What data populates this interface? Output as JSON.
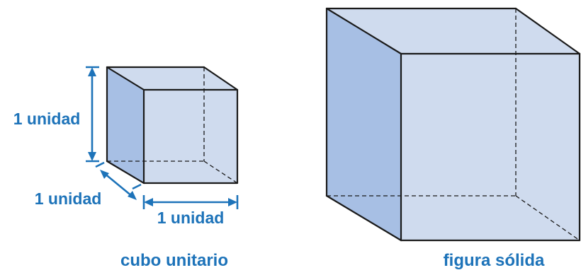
{
  "colors": {
    "face_front": "#cfdbee",
    "face_side": "#a7bfe4",
    "edge": "#1a1a1a",
    "dimension": "#1d73b9",
    "label": "#1d73b9"
  },
  "unit_cube": {
    "caption": "cubo unitario",
    "height_label": "1 unidad",
    "depth_label": "1 unidad",
    "width_label": "1 unidad"
  },
  "solid_figure": {
    "caption": "figura sólida"
  }
}
